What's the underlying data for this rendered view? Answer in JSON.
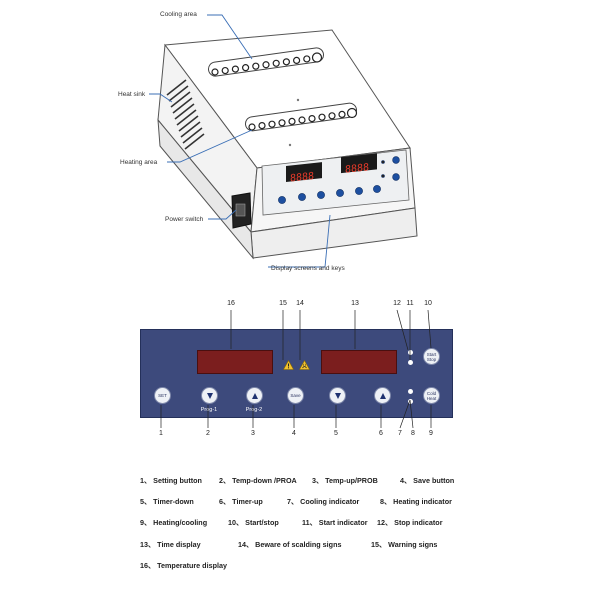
{
  "device_callouts": {
    "cooling": "Cooling area",
    "heatsink": "Heat sink",
    "heating": "Heating area",
    "power": "Power switch",
    "display": "Display screens and keys"
  },
  "device_display_digits": [
    "8888",
    "8888"
  ],
  "panel": {
    "numbers": {
      "n16": "16",
      "n15": "15",
      "n14": "14",
      "n13": "13",
      "n12": "12",
      "n11": "11",
      "n10": "10",
      "n1": "1",
      "n2": "2",
      "n3": "3",
      "n4": "4",
      "n5": "5",
      "n6": "6",
      "n7": "7",
      "n8": "8",
      "n9": "9"
    },
    "buttons": {
      "set": "SET",
      "save": "Save",
      "start_stop_line1": "Start",
      "start_stop_line2": "Stop",
      "cold_heat_line1": "Cold",
      "cold_heat_line2": "Heat"
    },
    "labels": {
      "prog1": "Prog-1",
      "prog2": "Prog-2"
    }
  },
  "legend": {
    "l1": "1、 Setting button",
    "l2": "2、 Temp-down /PROA",
    "l3": "3、 Temp-up/PROB",
    "l4": "4、 Save button",
    "l5": "5、 Timer-down",
    "l6": "6、 Timer-up",
    "l7": "7、 Cooling indicator",
    "l8": "8、 Heating indicator",
    "l9": "9、 Heating/cooling",
    "l10": "10、 Start/stop",
    "l11": "11、 Start indicator",
    "l12": "12、 Stop indicator",
    "l13": "13、 Time display",
    "l14": "14、 Beware of scalding signs",
    "l15": "15、 Warning signs",
    "l16": "16、 Temperature display"
  },
  "colors": {
    "panel_blue": "#3d4a7c",
    "led_red": "#7b1e1e",
    "callout_line": "#3b6fb6",
    "warning_yellow": "#f2c230"
  }
}
